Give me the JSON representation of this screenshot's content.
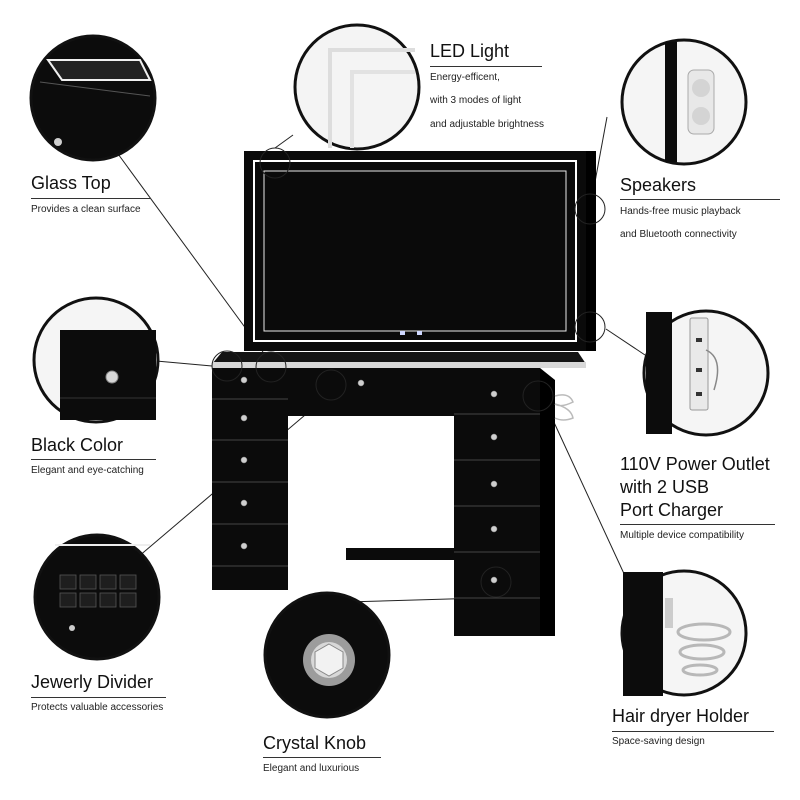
{
  "features": {
    "led_light": {
      "title": "LED Light",
      "lines": [
        "Energy-efficent,",
        "with 3 modes of light",
        "and adjustable brightness"
      ]
    },
    "glass_top": {
      "title": "Glass Top",
      "lines": [
        "Provides a clean surface"
      ]
    },
    "speakers": {
      "title": "Speakers",
      "lines": [
        "Hands-free music playback",
        "and Bluetooth connectivity"
      ]
    },
    "black_color": {
      "title": "Black Color",
      "lines": [
        "Elegant and eye-catching"
      ]
    },
    "power_outlet": {
      "title_lines": [
        "110V Power Outlet",
        "with 2 USB",
        "Port Charger"
      ],
      "lines": [
        "Multiple device compatibility"
      ]
    },
    "jewelry_divider": {
      "title": "Jewerly Divider",
      "lines": [
        "Protects valuable accessories"
      ]
    },
    "crystal_knob": {
      "title": "Crystal Knob",
      "lines": [
        "Elegant and luxurious"
      ]
    },
    "hair_dryer": {
      "title": "Hair dryer Holder",
      "lines": [
        "Space-saving design"
      ]
    }
  },
  "colors": {
    "furniture": "#0b0b0b",
    "accent_light": "#ffffff",
    "text": "#111111"
  }
}
